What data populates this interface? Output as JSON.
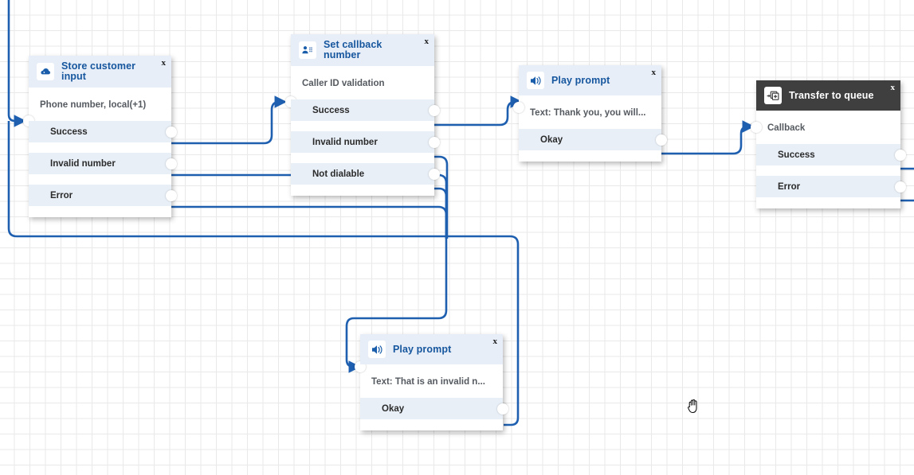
{
  "canvas": {
    "background_color": "#ffffff",
    "grid_color": "#e9e9e9",
    "wire_color": "#1f5fb0",
    "cursor": "grab-hand-cursor"
  },
  "nodes": [
    {
      "id": "store-customer-input",
      "title": "Store customer input",
      "icon": "cloud-input-icon",
      "close_label": "x",
      "description": "Phone number, local(+1)",
      "header_style": "light",
      "ports": [
        {
          "label": "Success"
        },
        {
          "label": "Invalid number"
        },
        {
          "label": "Error"
        }
      ]
    },
    {
      "id": "set-callback-number",
      "title": "Set callback number",
      "icon": "contact-keypad-icon",
      "close_label": "x",
      "description": "Caller ID validation",
      "header_style": "light",
      "ports": [
        {
          "label": "Success"
        },
        {
          "label": "Invalid number"
        },
        {
          "label": "Not dialable"
        }
      ]
    },
    {
      "id": "play-prompt-thankyou",
      "title": "Play prompt",
      "icon": "speaker-icon",
      "close_label": "x",
      "description": "Text: Thank you, you will...",
      "header_style": "light",
      "ports": [
        {
          "label": "Okay"
        }
      ]
    },
    {
      "id": "transfer-to-queue",
      "title": "Transfer to queue",
      "icon": "transfer-queue-icon",
      "close_label": "x",
      "description": "Callback",
      "header_style": "dark",
      "ports": [
        {
          "label": "Success"
        },
        {
          "label": "Error"
        }
      ]
    },
    {
      "id": "play-prompt-invalid",
      "title": "Play prompt",
      "icon": "speaker-icon",
      "close_label": "x",
      "description": "Text: That is an invalid n...",
      "header_style": "light",
      "ports": [
        {
          "label": "Okay"
        }
      ]
    }
  ]
}
